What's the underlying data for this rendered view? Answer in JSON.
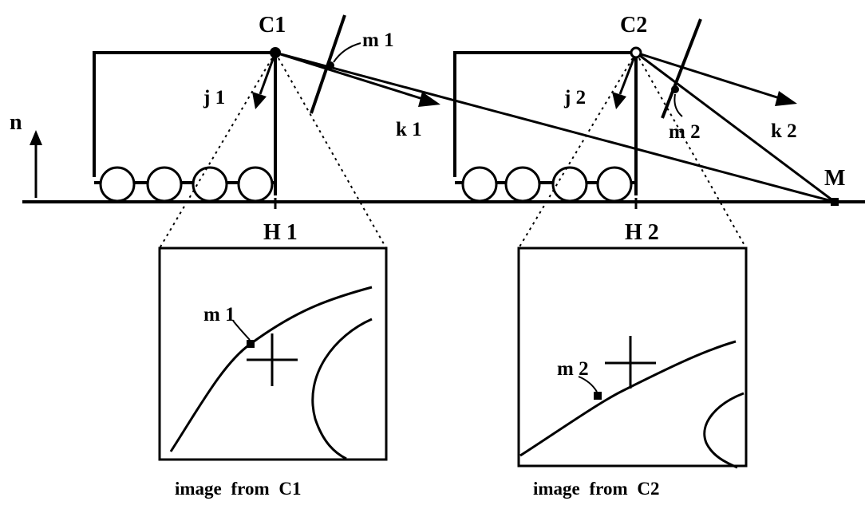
{
  "labels": {
    "camera1": "C1",
    "camera2": "C2",
    "point_m1": "m 1",
    "point_m2": "m 2",
    "point_M": "M",
    "vector_j1": "j 1",
    "vector_j2": "j 2",
    "vector_k1": "k 1",
    "vector_k2": "k 2",
    "normal_n": "n",
    "foot_h1": "H 1",
    "foot_h2": "H 2",
    "inset_m1": "m 1",
    "inset_m2": "m 2"
  },
  "captions": {
    "image1": "image  from  C1",
    "image2": "image  from  C2"
  },
  "colors": {
    "ink": "#000000",
    "background": "#ffffff"
  }
}
